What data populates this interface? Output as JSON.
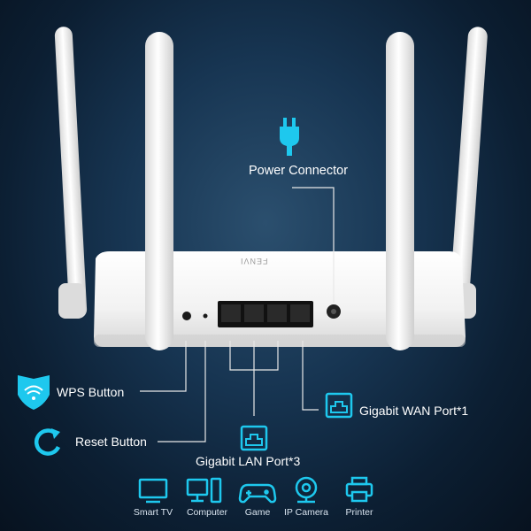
{
  "brand_text": "FENVI",
  "callouts": {
    "power_connector": "Power Connector",
    "wps_button": "WPS Button",
    "reset_button": "Reset Button",
    "lan_port": "Gigabit LAN Port*3",
    "wan_port": "Gigabit WAN Port*1"
  },
  "devices": [
    {
      "label": "Smart TV",
      "icon": "tv-icon"
    },
    {
      "label": "Computer",
      "icon": "computer-icon"
    },
    {
      "label": "Game",
      "icon": "gamepad-icon"
    },
    {
      "label": "IP Camera",
      "icon": "camera-icon"
    },
    {
      "label": "Printer",
      "icon": "printer-icon"
    }
  ],
  "colors": {
    "accent": "#1ec8ee",
    "background": "#0f2a44",
    "router": "#f4f4f4"
  }
}
